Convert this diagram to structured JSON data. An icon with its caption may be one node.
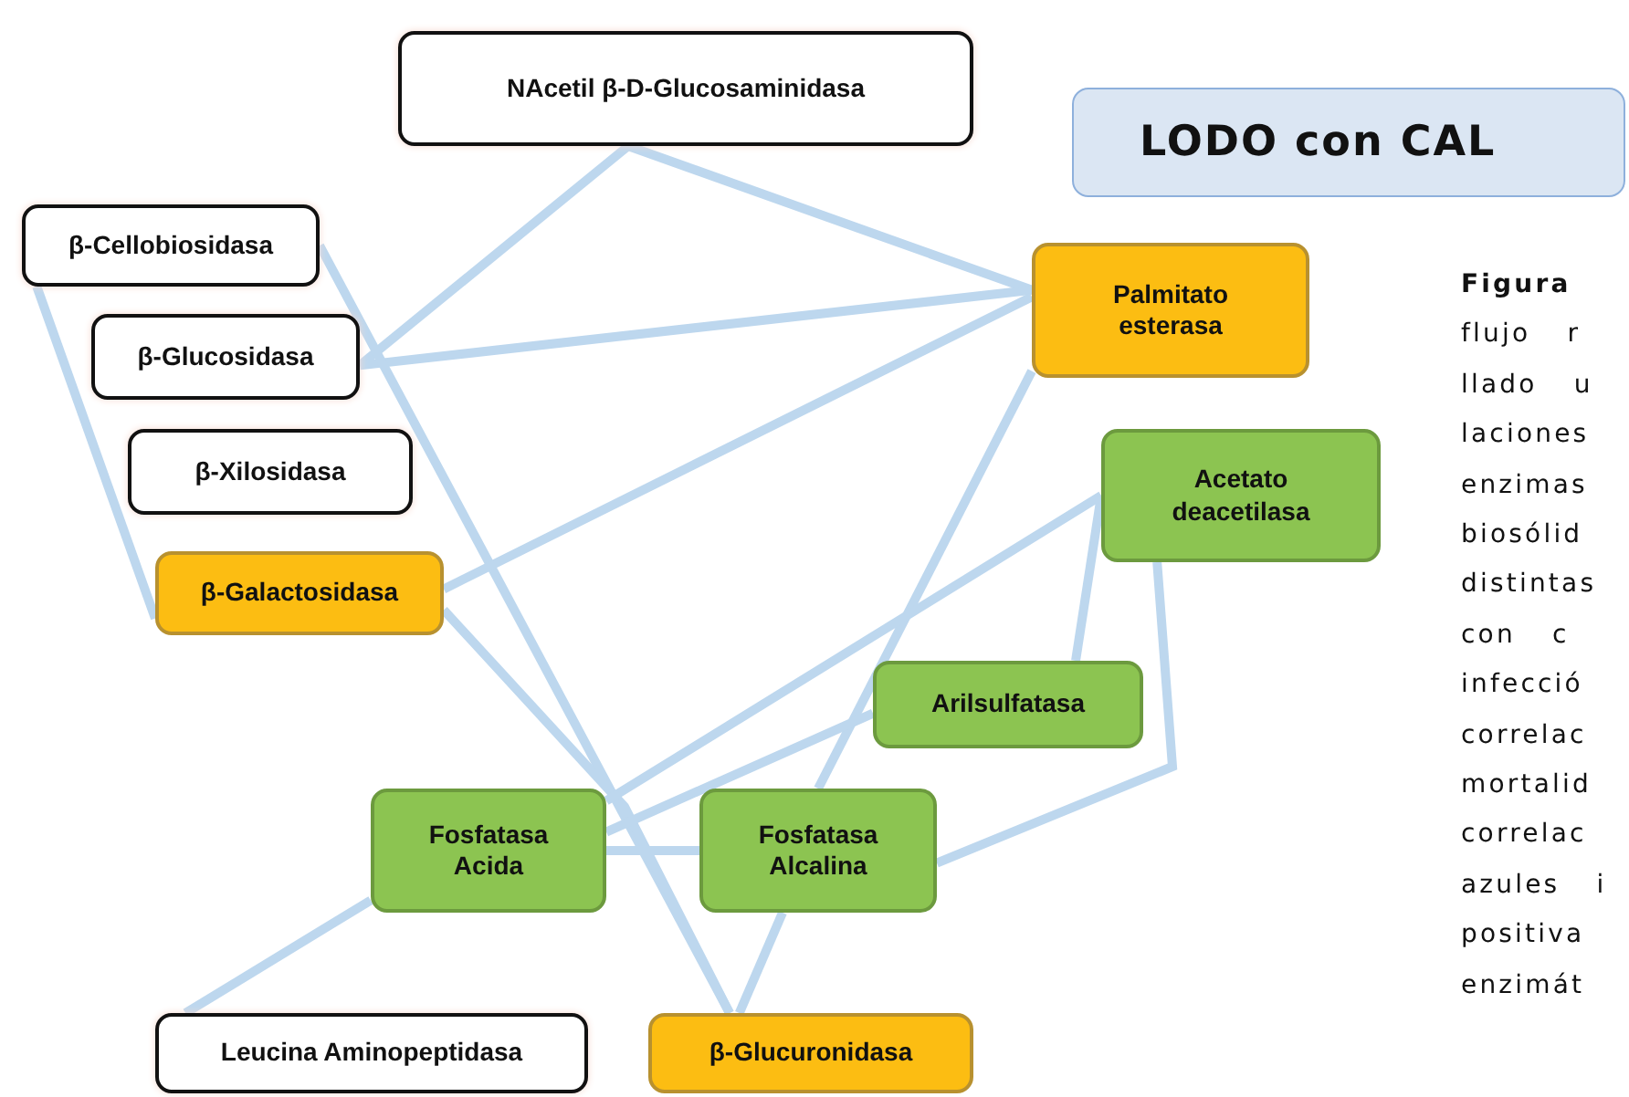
{
  "diagram": {
    "nodes": [
      {
        "text": [
          "NAcetil β-D-Glucosaminidasa"
        ]
      },
      {
        "text": [
          "LODO con CAL"
        ]
      },
      {
        "text": [
          "β-Cellobiosidasa"
        ]
      },
      {
        "text": [
          "β-Glucosidasa"
        ]
      },
      {
        "text": [
          "β-Xilosidasa"
        ]
      },
      {
        "text": [
          "β-Galactosidasa"
        ]
      },
      {
        "text": [
          "Palmitato esterasa"
        ]
      },
      {
        "text": [
          "Acetato deacetilasa"
        ]
      },
      {
        "text": [
          "Arilsulfatasa"
        ]
      },
      {
        "text": [
          "Fosfatasa Acida"
        ]
      },
      {
        "text": [
          "Fosfatasa Alcalina"
        ]
      },
      {
        "text": [
          "Leucina Aminopeptidasa"
        ]
      },
      {
        "text": [
          "β-Glucuronidasa"
        ]
      }
    ],
    "edges": [
      {
        "from": 0,
        "to": 3,
        "arrow": "none"
      },
      {
        "from": 0,
        "to": 6,
        "arrow": "none"
      },
      {
        "from": 3,
        "to": 6,
        "arrow": "none"
      },
      {
        "from": 2,
        "to": 12,
        "arrow": "none"
      },
      {
        "from": 2,
        "to": 5,
        "arrow": "none"
      },
      {
        "from": 5,
        "to": 6,
        "arrow": "none"
      },
      {
        "from": 5,
        "to": 12,
        "arrow": "none"
      },
      {
        "from": 6,
        "to": 10,
        "arrow": "none"
      },
      {
        "from": 7,
        "to": 8,
        "arrow": "none"
      },
      {
        "from": 7,
        "to": 10,
        "arrow": "none"
      },
      {
        "from": 7,
        "to": 9,
        "arrow": "none"
      },
      {
        "from": 8,
        "to": 9,
        "arrow": "none"
      },
      {
        "from": 9,
        "to": 10,
        "arrow": "none"
      },
      {
        "from": 10,
        "to": 12,
        "arrow": "none"
      },
      {
        "from": 11,
        "to": 9,
        "arrow": "none"
      }
    ],
    "labels": [
      "Figura",
      "flujo r",
      "llado u",
      "laciones",
      "enzimas",
      "biosólid",
      "distintas",
      "con c",
      "infecció",
      "correlac",
      "mortalid",
      "correlac",
      "azules i",
      "positiva",
      "enzimát"
    ]
  }
}
